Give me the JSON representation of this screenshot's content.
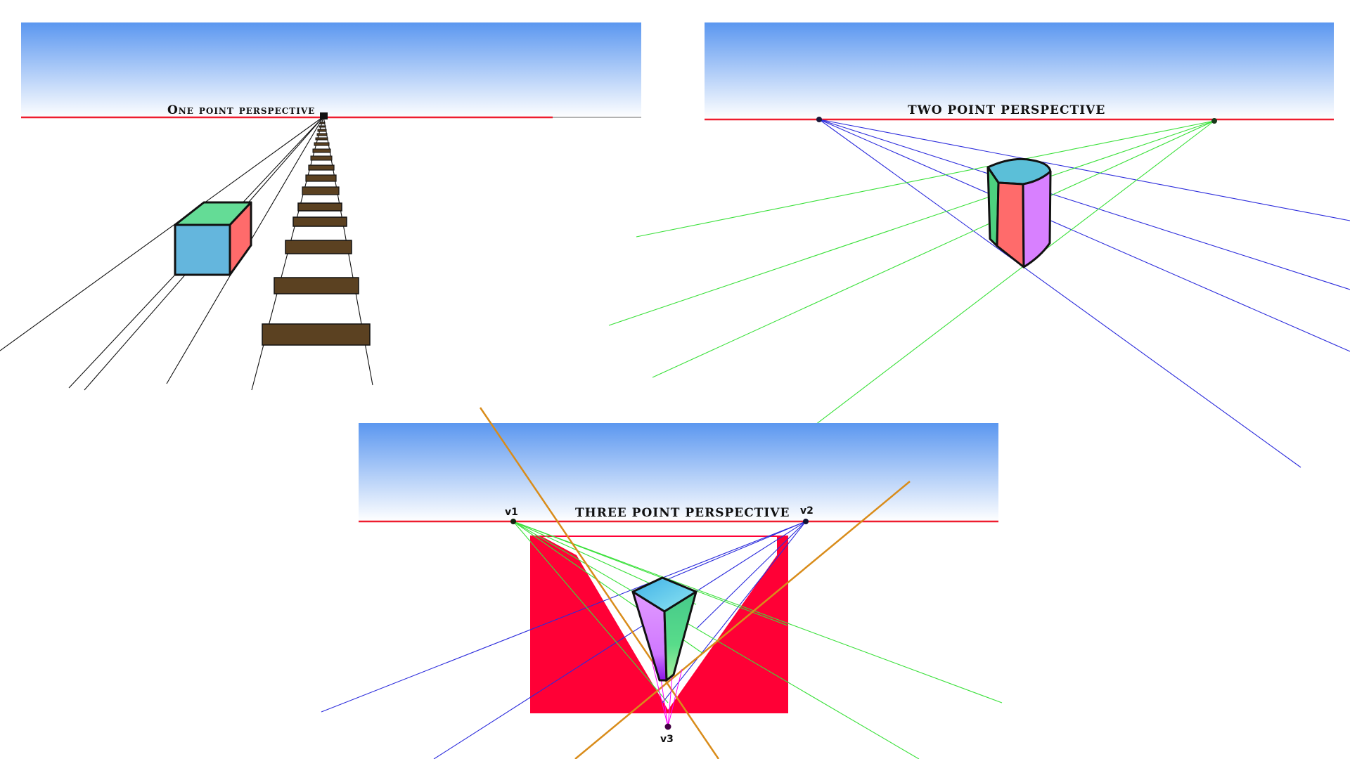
{
  "panels": {
    "one_point": {
      "title": "One point perspective"
    },
    "two_point": {
      "title": "TWO POINT PERSPECTIVE"
    },
    "three_point": {
      "title": "THREE POINT PERSPECTIVE",
      "vp_labels": {
        "v1": "v1",
        "v2": "v2",
        "v3": "v3"
      }
    }
  },
  "colors": {
    "sky_top": "#5b97f0",
    "sky_bottom": "#ffffff",
    "horizon": "#ee1c2e",
    "guide_blue": "#2b2bdc",
    "guide_green": "#39e039",
    "guide_pink": "#ff00ff",
    "guide_orange": "#d98c1a",
    "plank": "#5b4121",
    "cube_front": "#64b6dd",
    "cube_top": "#64dc96",
    "cube_side": "#ff6b6b",
    "purple_face": "#d880ff",
    "red_block": "#ff0036"
  }
}
